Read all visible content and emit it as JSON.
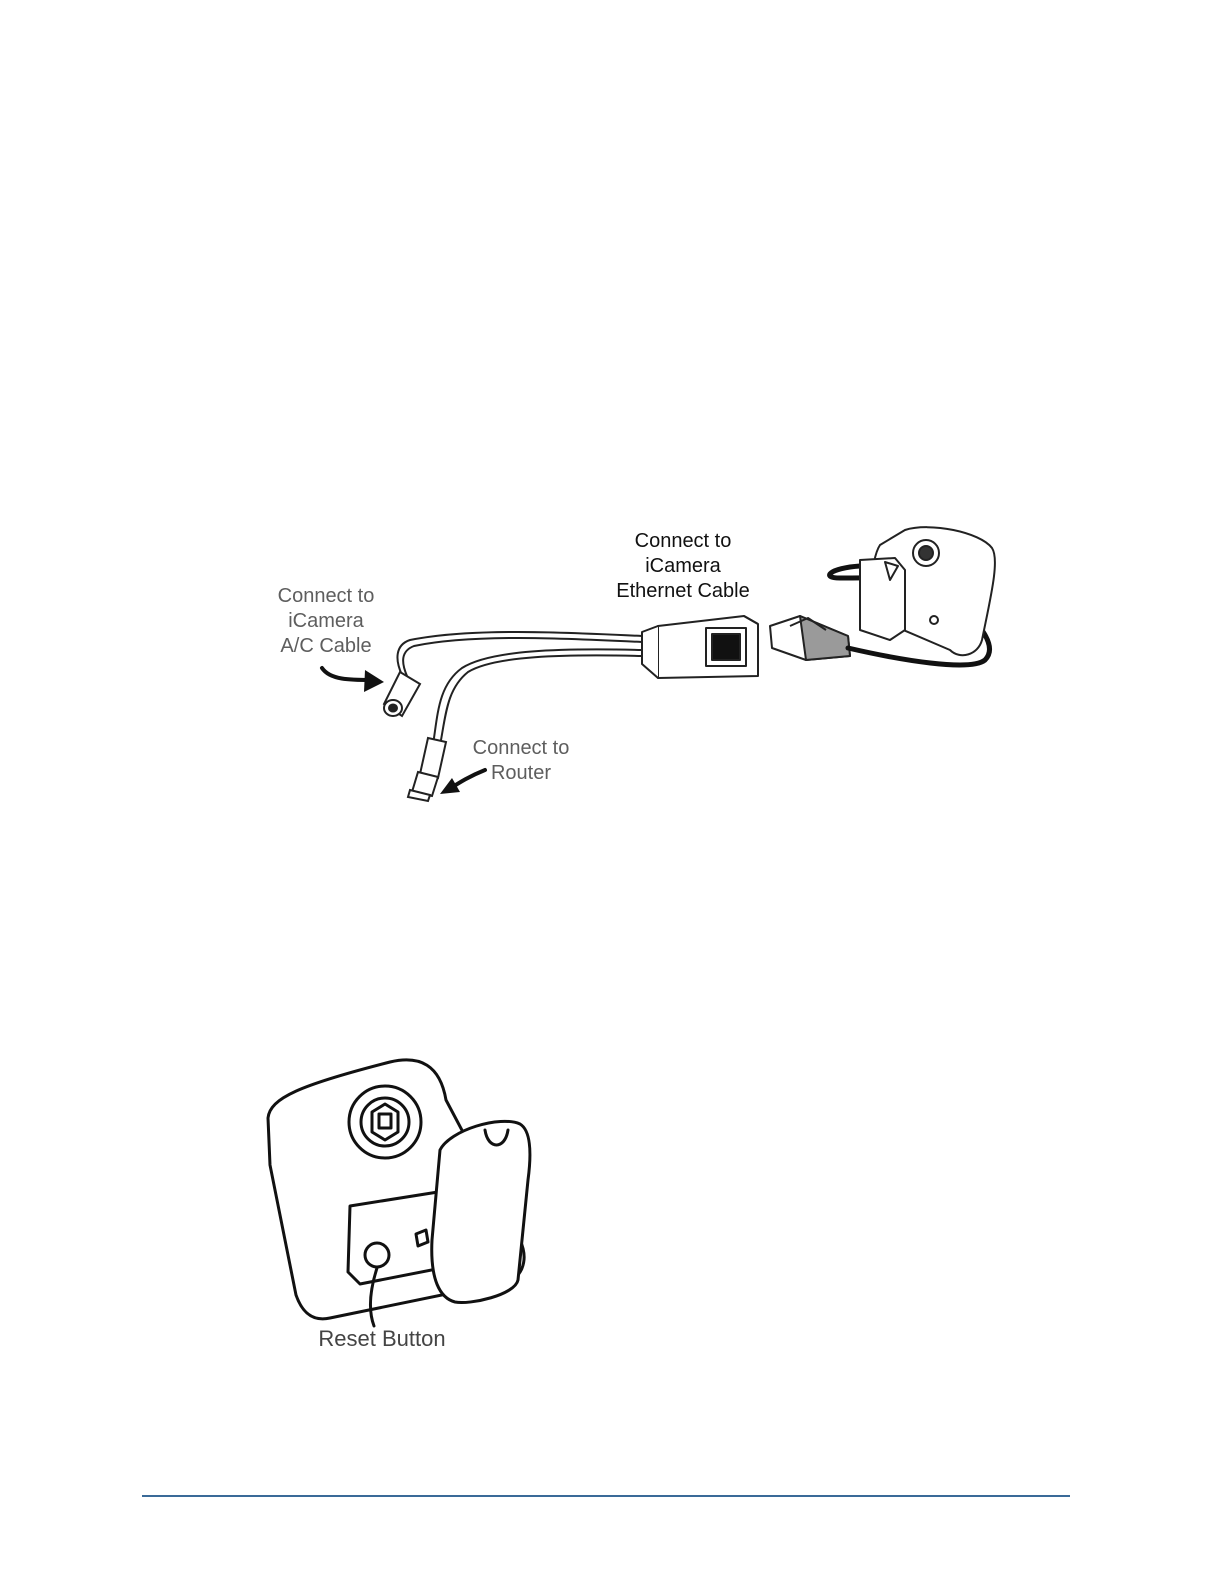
{
  "figure1": {
    "label_ac": [
      "Connect to",
      "iCamera",
      "A/C Cable"
    ],
    "label_ethernet": [
      "Connect to",
      "iCamera",
      "Ethernet Cable"
    ],
    "label_router": [
      "Connect to",
      "Router"
    ]
  },
  "figure2": {
    "label_reset": "Reset Button"
  },
  "colors": {
    "footer_rule": "#3a6a98",
    "label_gray": "#5e5e5e"
  }
}
